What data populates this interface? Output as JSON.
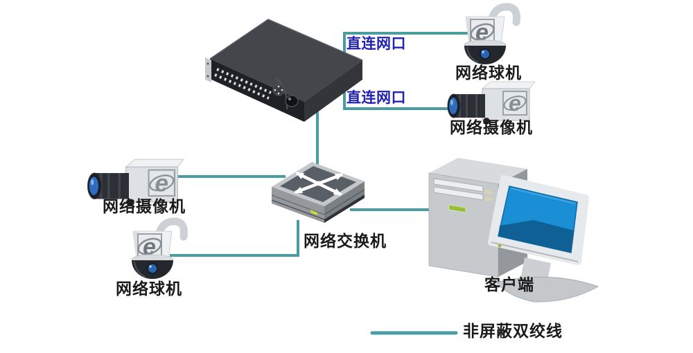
{
  "labels": {
    "direct_port_top": "直连网口",
    "direct_port_bottom": "直连网口",
    "dome_camera_right": "网络球机",
    "box_camera_right": "网络摄像机",
    "box_camera_left": "网络摄像机",
    "dome_camera_left": "网络球机",
    "switch": "网络交换机",
    "client": "客户端"
  },
  "legend": {
    "label": "非屏蔽双绞线"
  },
  "icons": {
    "camera_brand_letter": "e"
  },
  "colors": {
    "line": "#4A9CA3",
    "port-text": "#2121B4",
    "label-text": "#1A1A1A",
    "bg": "#FFFFFF"
  },
  "connections": [
    {
      "from": "dvr",
      "to": "dome-camera-right",
      "label": "直连网口",
      "type": "direct-network-port"
    },
    {
      "from": "dvr",
      "to": "box-camera-right",
      "label": "直连网口",
      "type": "direct-network-port"
    },
    {
      "from": "dvr",
      "to": "network-switch",
      "type": "utp"
    },
    {
      "from": "box-camera-left",
      "to": "network-switch",
      "type": "utp"
    },
    {
      "from": "dome-camera-left",
      "to": "network-switch",
      "type": "utp"
    },
    {
      "from": "network-switch",
      "to": "client-pc",
      "type": "utp"
    }
  ]
}
